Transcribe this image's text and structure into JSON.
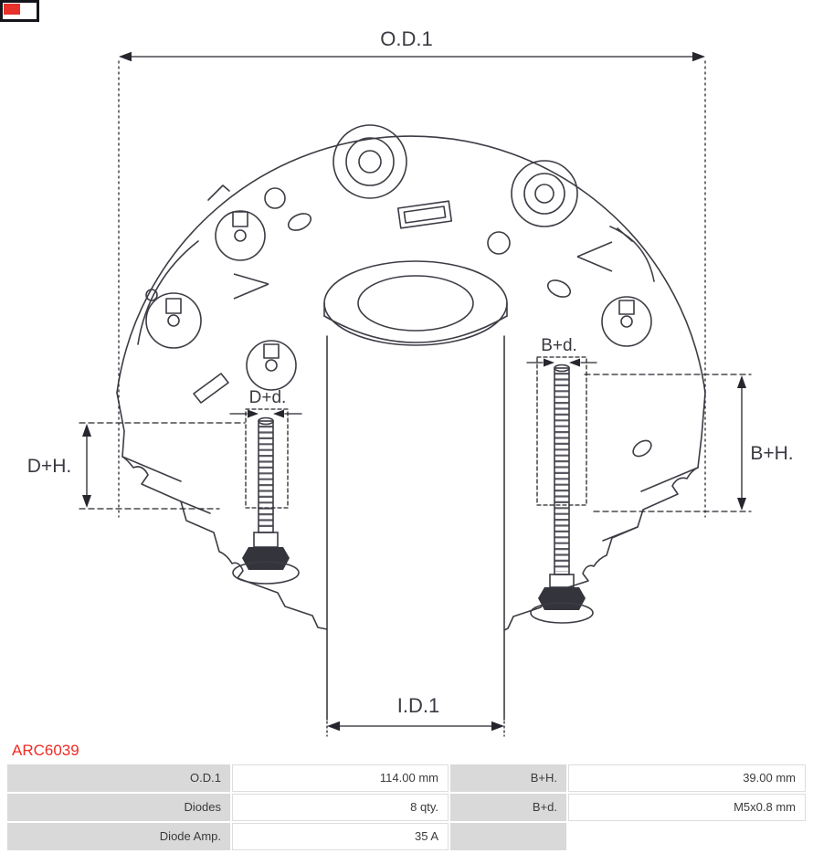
{
  "header": {
    "part_number": "ARC6039"
  },
  "diagram": {
    "od1_label": "O.D.1",
    "id1_label": "I.D.1",
    "bh_label": "B+H.",
    "dh_label": "D+H.",
    "bd_label": "B+d.",
    "dd_label": "D+d."
  },
  "colors": {
    "accent_red": "#ef2b24",
    "line_color": "#3c3c45",
    "dimension_color": "#26262e",
    "table_label_bg": "#d9d9d9"
  },
  "spec_table": {
    "rows": [
      {
        "label1": "O.D.1",
        "value1": "114.00 mm",
        "label2": "B+H.",
        "value2": "39.00 mm"
      },
      {
        "label1": "Diodes",
        "value1": "8 qty.",
        "label2": "B+d.",
        "value2": "M5x0.8 mm"
      },
      {
        "label1": "Diode Amp.",
        "value1": "35 A",
        "label2": "",
        "value2": ""
      }
    ]
  }
}
